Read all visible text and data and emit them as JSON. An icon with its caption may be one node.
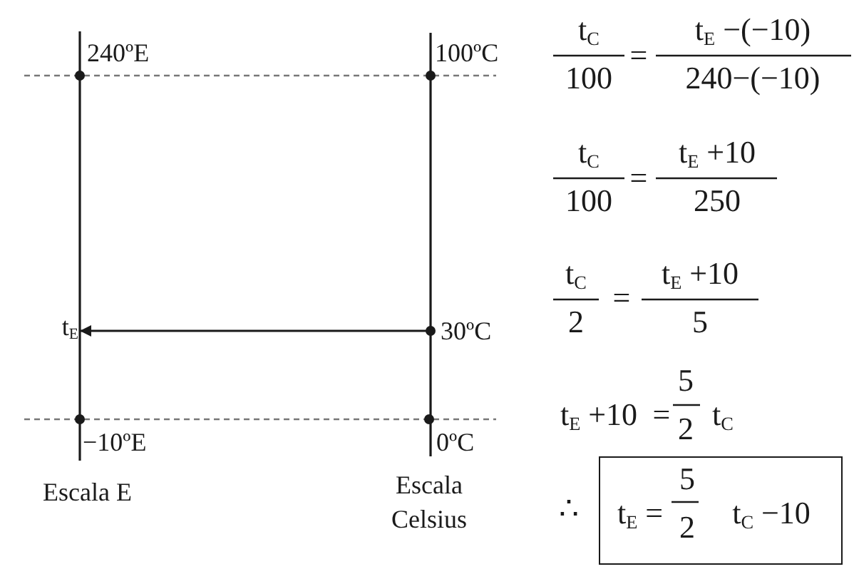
{
  "diagram": {
    "nodes": [
      {
        "text": [
          "t$_{E}$"
        ]
      },
      {
        "text": [
          "30ºC"
        ]
      },
      {
        "text": [
          "t$_{E}$ =",
          "5",
          "2",
          "t$_{C}$ −10"
        ]
      }
    ],
    "edges": [
      {
        "from": 1,
        "to": 0,
        "arrow": "to"
      }
    ],
    "labels": [
      "240ºE",
      "100ºC",
      "−10ºE",
      "0ºC",
      "Escala E",
      "Escala Celsius",
      "t$_{C}$",
      "100",
      "=",
      "t$_{E}$ −(−10)",
      "240−(−10)",
      "t$_{C}$",
      "100",
      "=",
      "t$_{E}$ +10",
      "250",
      "t$_{C}$",
      "2",
      "=",
      "t$_{E}$ +10",
      "5",
      "t$_{E}$ +10",
      "=",
      "5",
      "2",
      "t$_{C}$",
      "∴"
    ]
  }
}
